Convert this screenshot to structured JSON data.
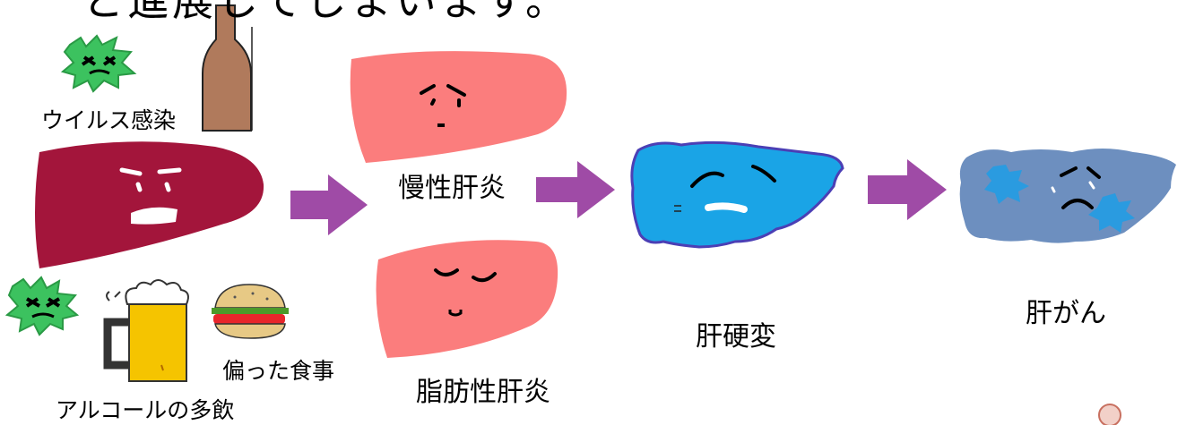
{
  "header_fragment": "と進展してしまいます。",
  "causes": {
    "virus": "ウイルス感染",
    "alcohol": "アルコールの多飲",
    "diet": "偏った食事"
  },
  "stages": {
    "chronic_hepatitis": "慢性肝炎",
    "fatty_liver": "脂肪性肝炎",
    "cirrhosis": "肝硬変",
    "liver_cancer": "肝がん"
  },
  "colors": {
    "healthy_liver": "#a3153b",
    "inflamed_liver": "#fb7d7d",
    "cirrhosis_liver": "#1aa4e6",
    "cirrhosis_outline": "#4b3fb5",
    "cancer_liver": "#6d8fbf",
    "cancer_spots": "#2a9be0",
    "arrow": "#9f4ba6",
    "virus": "#3cc25f",
    "bottle": "#b07a5c",
    "beer": "#f5c400"
  }
}
